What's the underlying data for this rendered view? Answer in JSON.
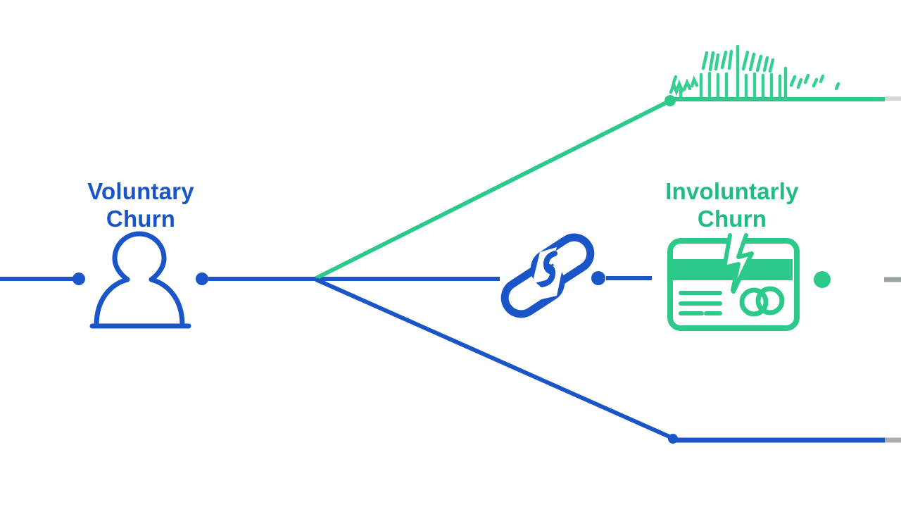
{
  "colors": {
    "background": "#ffffff",
    "blue": "#1a55c8",
    "green": "#2dc98b",
    "green_text": "#1fbd83",
    "scribble_green": "#35cf92",
    "gradient_blue": "#1e68b0",
    "gradient_teal": "#2b9488",
    "gray_top": "#d4d7d6",
    "gray_middle": "#98a2a2",
    "gray_bottom": "#a9adab"
  },
  "labels": {
    "voluntary": {
      "line1": "Voluntary",
      "line2": "Churn"
    },
    "involuntary": {
      "line1": "Involuntarly",
      "line2": "Churn"
    }
  },
  "icons": {
    "person": "person-icon",
    "broken_link": "broken-link-icon",
    "broken_card": "broken-credit-card-icon",
    "scribble": "noise-scribble-icon"
  }
}
